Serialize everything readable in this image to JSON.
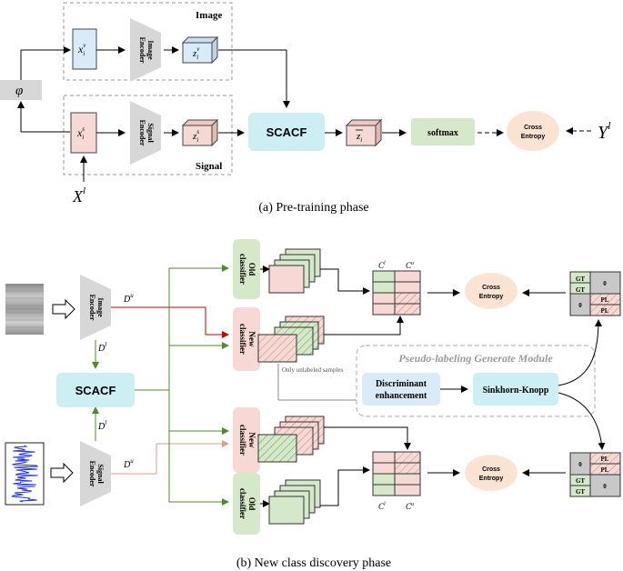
{
  "colors": {
    "blue_box": "#d9ebf8",
    "teal_box": "#cdeef3",
    "green_box": "#d5e8c9",
    "pink_box": "#f6d9d4",
    "peach_circle": "#fbe3d3",
    "gray_encoder": "#d7d7d7",
    "module_bg": "#ffffff",
    "arrow": "#000000",
    "red_arrow": "#c00000",
    "green_arrow": "#4e8b2d",
    "pink_arrow": "#e09a8f"
  },
  "part_a": {
    "image_label": "Image",
    "signal_label": "Signal",
    "phi": "φ",
    "x_image": "x",
    "x_image_sub": "i",
    "x_image_sup": "v",
    "image_encoder": [
      "Image",
      "Encoder"
    ],
    "z_image": "z",
    "z_image_sub": "i",
    "z_image_sup": "v",
    "x_signal": "x",
    "x_signal_sub": "i",
    "x_signal_sup": "s",
    "signal_encoder": [
      "Signal",
      "Encoder"
    ],
    "z_signal": "z",
    "z_signal_sub": "i",
    "z_signal_sup": "s",
    "x_l": "X",
    "x_l_sup": "l",
    "scacf": "SCACF",
    "z_bar": "z",
    "z_bar_sub": "i",
    "softmax": "softmax",
    "cross_entropy": [
      "Cross",
      "Entropy"
    ],
    "y_l": "Y",
    "y_l_sup": "l",
    "caption": "(a) Pre-training phase"
  },
  "part_b": {
    "image_encoder": [
      "Image",
      "Encoder"
    ],
    "signal_encoder": [
      "Signal",
      "Encoder"
    ],
    "d_u_top": "D",
    "d_u_top_sup": "u",
    "d_l_top": "D",
    "d_l_top_sup": "l",
    "d_l_bottom": "D",
    "d_l_bottom_sup": "l",
    "d_u_bottom": "D",
    "d_u_bottom_sup": "u",
    "scacf": "SCACF",
    "old_classifier": [
      "Old",
      "classifier"
    ],
    "new_classifier": [
      "New",
      "classifier"
    ],
    "c_l_top": "C",
    "c_l_top_sup": "l",
    "c_u_top": "C",
    "c_u_top_sup": "u",
    "c_l_bottom": "C",
    "c_l_bottom_sup": "l",
    "c_u_bottom": "C",
    "c_u_bottom_sup": "u",
    "cross_entropy": [
      "Cross",
      "Entropy"
    ],
    "pseudo_module_title": "Pseudo-labeling Generate Module",
    "only_unlabeled": "Only unlabeled samples",
    "discriminant": [
      "Discriminant",
      "enhancement"
    ],
    "sinkhorn": "Sinkhorn-Knopp",
    "gt": "GT",
    "zero": "0",
    "pl": "PL",
    "caption": "(b) New class discovery phase"
  }
}
